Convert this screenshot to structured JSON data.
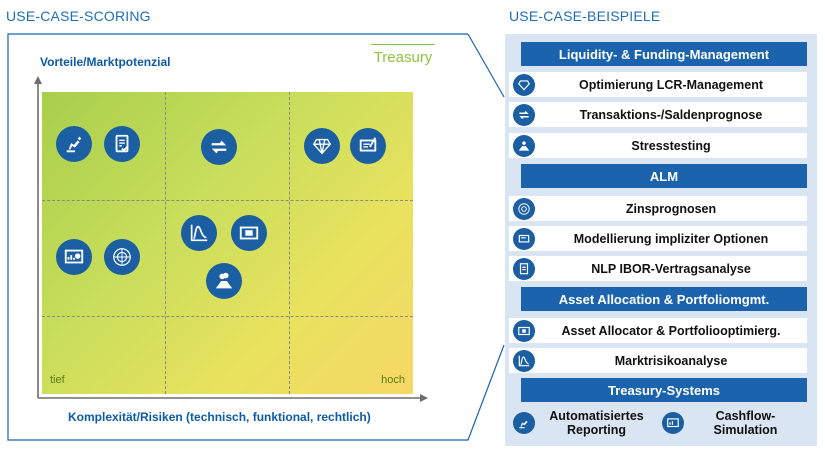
{
  "left": {
    "title": "USE-CASE-SCORING",
    "y_axis_label": "Vorteile/Marktpotenzial",
    "x_axis_label": "Komplexität/Risiken (technisch, funktional, rechtlich)",
    "category_tag": "Treasury",
    "low_label": "tief",
    "high_label": "hoch"
  },
  "right": {
    "title": "USE-CASE-BEISPIELE",
    "groups": [
      {
        "header": "Liquidity- & Funding-Management",
        "items": [
          {
            "label": "Optimierung LCR-Management",
            "icon": "diamond-icon"
          },
          {
            "label": "Transaktions-/Saldenprognose",
            "icon": "arrows-exchange-icon"
          },
          {
            "label": "Stresstesting",
            "icon": "volcano-icon"
          }
        ]
      },
      {
        "header": "ALM",
        "items": [
          {
            "label": "Zinsprognosen",
            "icon": "radar-icon"
          },
          {
            "label": "Modellierung impliziter Optionen",
            "icon": "certificate-icon"
          },
          {
            "label": "NLP IBOR-Vertragsanalyse",
            "icon": "document-check-icon"
          }
        ]
      },
      {
        "header": "Asset Allocation & Portfoliomgmt.",
        "items": [
          {
            "label": "Asset Allocator & Portfoliooptimierg.",
            "icon": "banknote-icon"
          },
          {
            "label": "Marktrisikoanalyse",
            "icon": "curve-icon"
          }
        ]
      },
      {
        "header": "Treasury-Systems",
        "items": [
          {
            "label": "Automatisiertes Reporting",
            "icon": "robot-arm-icon"
          },
          {
            "label": "Cashflow-Simulation",
            "icon": "dashboard-icon"
          }
        ]
      }
    ]
  },
  "colors": {
    "brand_blue": "#1b63ad",
    "title_blue": "#1f6fb5",
    "panel_bg": "#d9e5f2",
    "treasury_green": "#8cc63f"
  }
}
